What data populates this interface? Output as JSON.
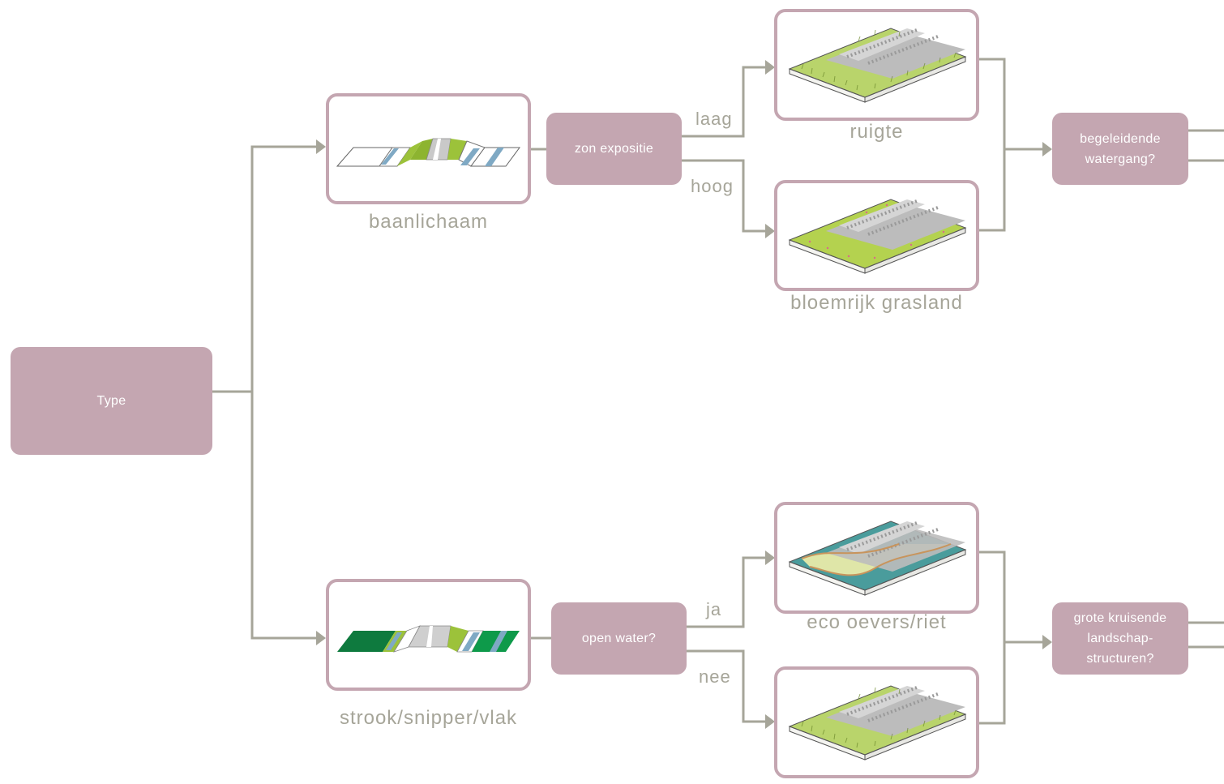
{
  "colors": {
    "box_fill": "#c4a6b1",
    "connector": "#a6a599",
    "box_text": "#ffffff"
  },
  "nodes": {
    "type": "Type",
    "zon_expositie": "zon expositie",
    "open_water": "open water?",
    "begeleidende_watergang": [
      "begeleidende",
      "watergang?"
    ],
    "grote_kruisende": [
      "grote kruisende",
      "landschap-",
      "structuren?"
    ]
  },
  "captions": {
    "baanlichaam": "baanlichaam",
    "strook": "strook/snipper/vlak",
    "ruigte": "ruigte",
    "bloemrijk": "bloemrijk grasland",
    "eco_oevers": "eco oevers/riet"
  },
  "edge_labels": {
    "laag": "laag",
    "hoog": "hoog",
    "ja": "ja",
    "nee": "nee"
  },
  "icons": {
    "baanlichaam": "track-embankment-cross-section-illustration",
    "strook": "green-strip-cross-section-illustration",
    "ruigte": "rough-vegetation-railway-illustration",
    "bloemrijk": "flower-rich-grassland-railway-illustration",
    "eco_oevers": "eco-banks-reed-railway-illustration",
    "bottom_right": "rough-vegetation-railway-illustration"
  }
}
